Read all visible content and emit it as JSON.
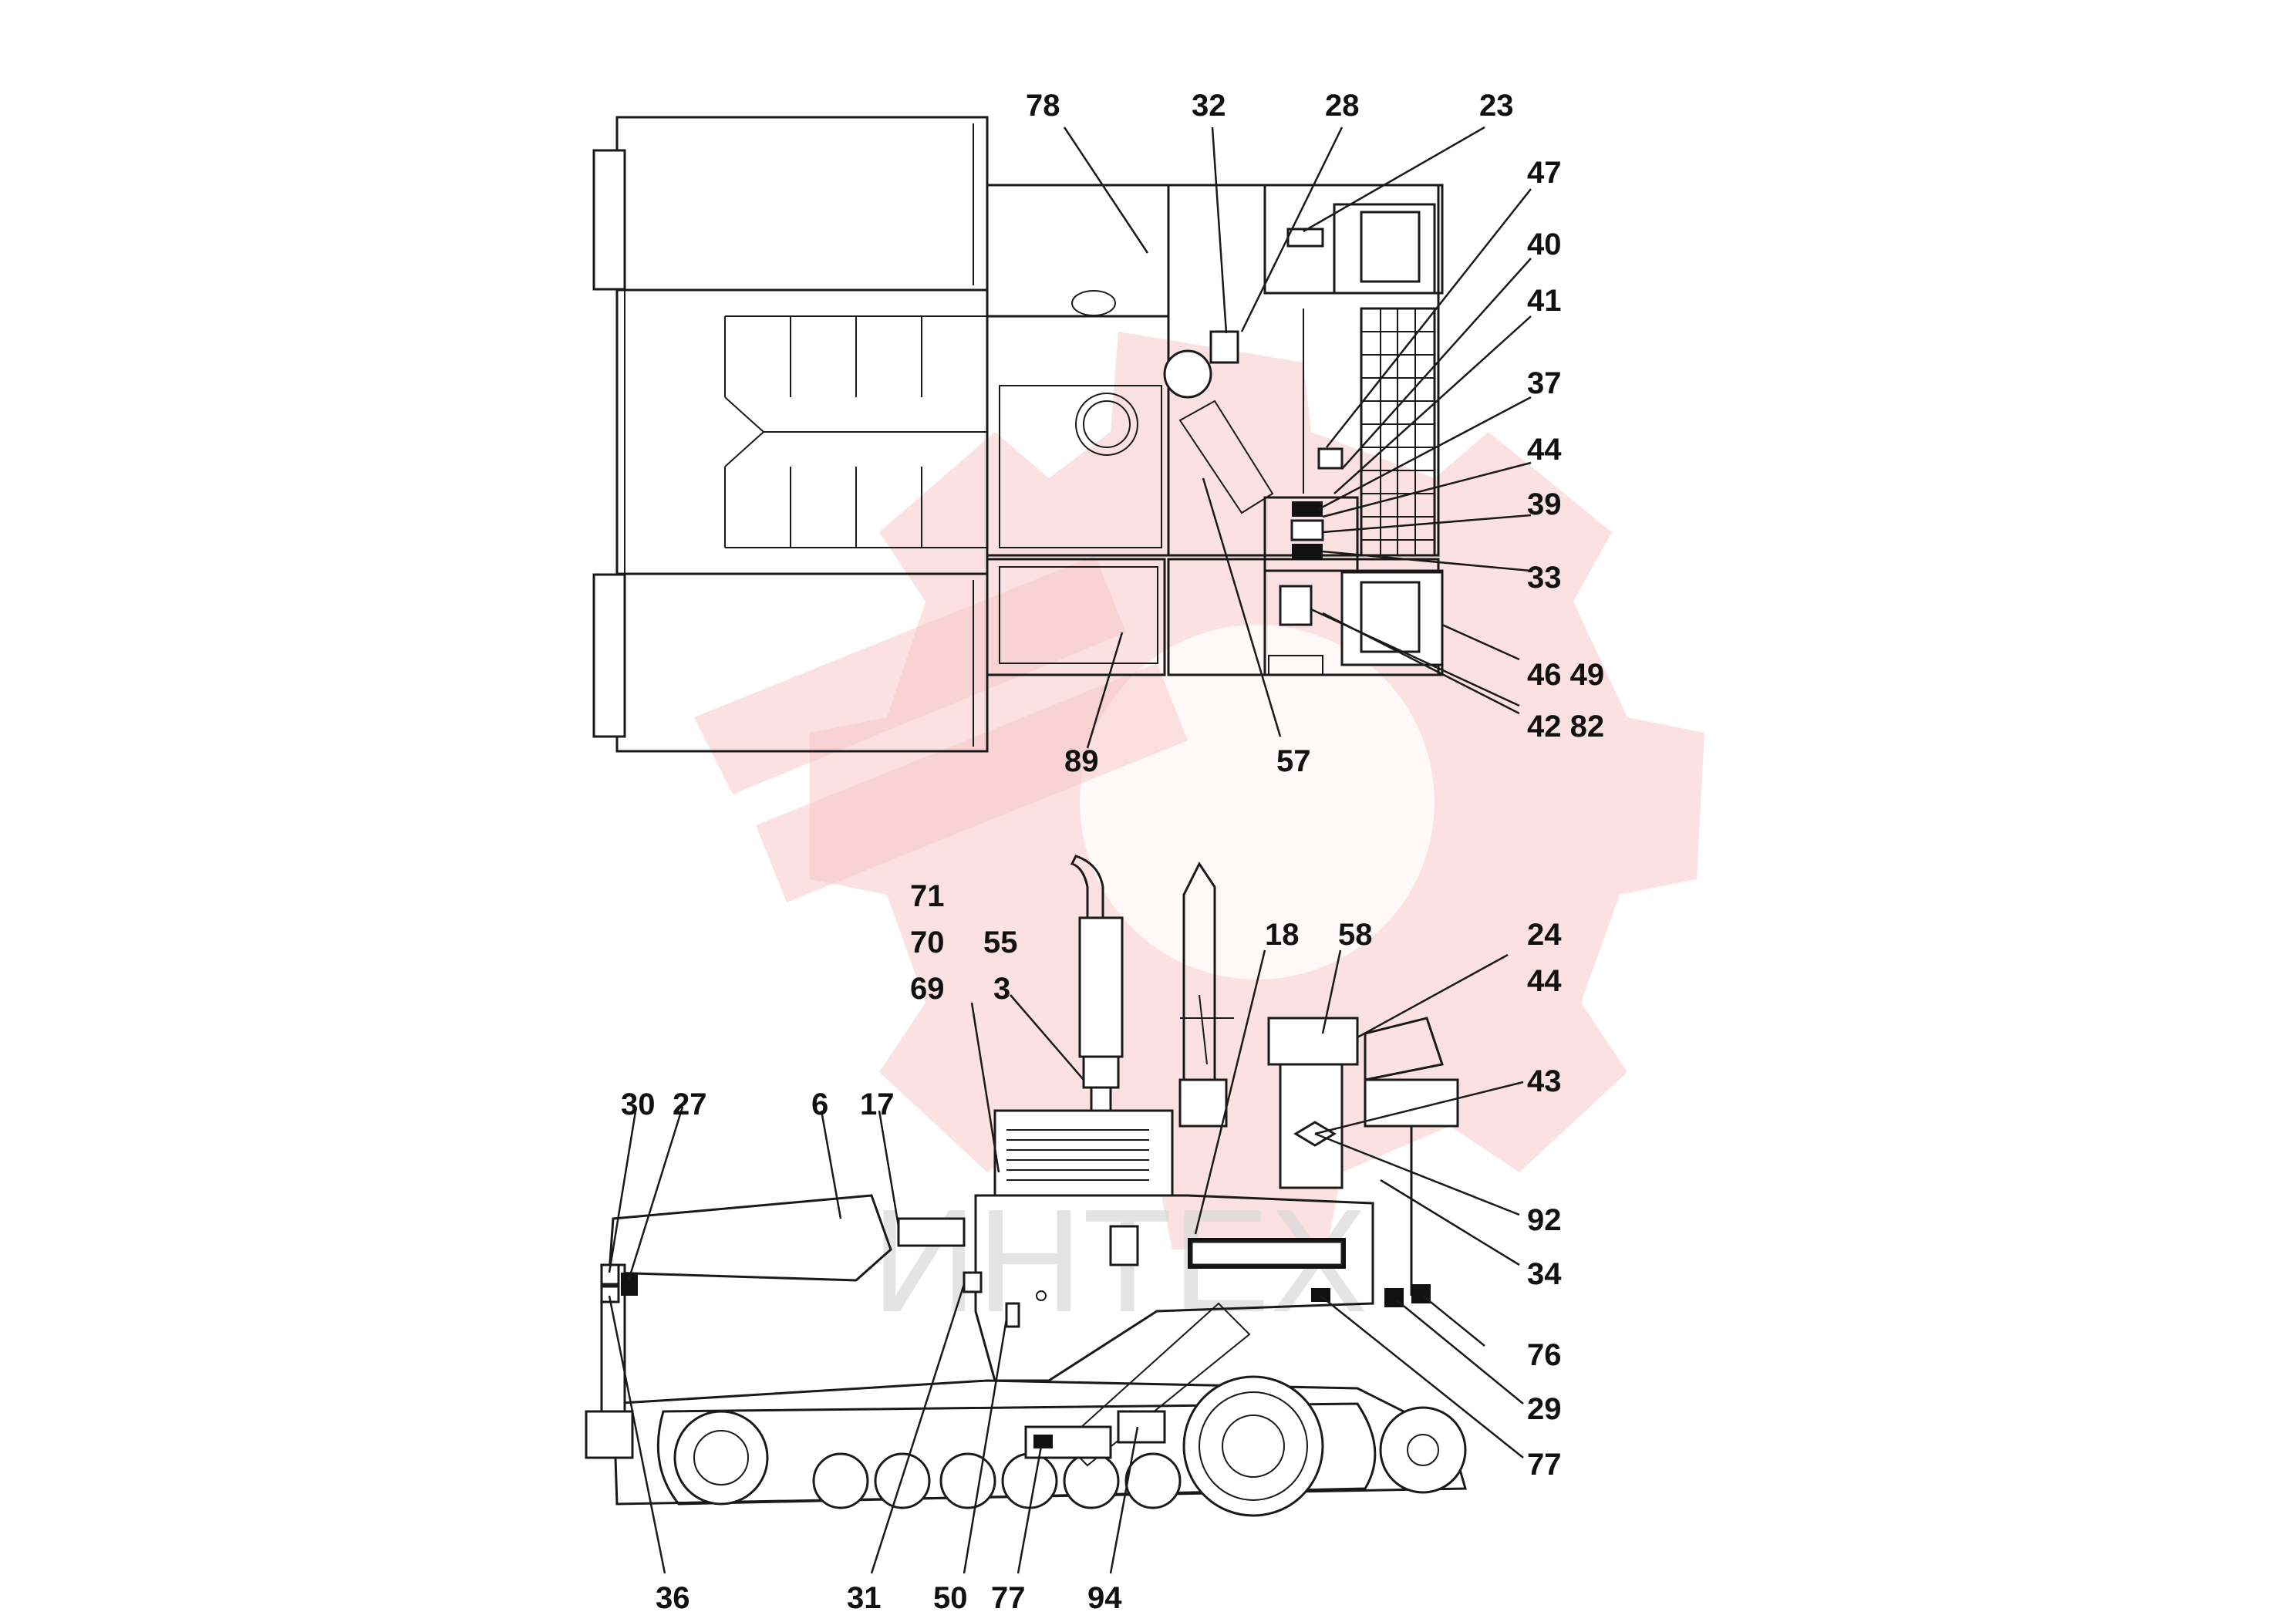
{
  "diagram": {
    "watermark_text": "ИНТЕХ",
    "colors": {
      "watermark": "#f4b6b6",
      "line": "#1a1a1a"
    },
    "top_view": {
      "labels": [
        "78",
        "32",
        "28",
        "23",
        "47",
        "40",
        "41",
        "37",
        "44",
        "39",
        "33",
        "46 49",
        "42 82",
        "89",
        "57"
      ]
    },
    "side_view": {
      "labels": [
        "71",
        "70",
        "55",
        "69",
        "3",
        "18",
        "58",
        "24",
        "44",
        "43",
        "30",
        "27",
        "6",
        "17",
        "92",
        "34",
        "76",
        "29",
        "77",
        "36",
        "31",
        "50",
        "77",
        "94"
      ]
    }
  }
}
